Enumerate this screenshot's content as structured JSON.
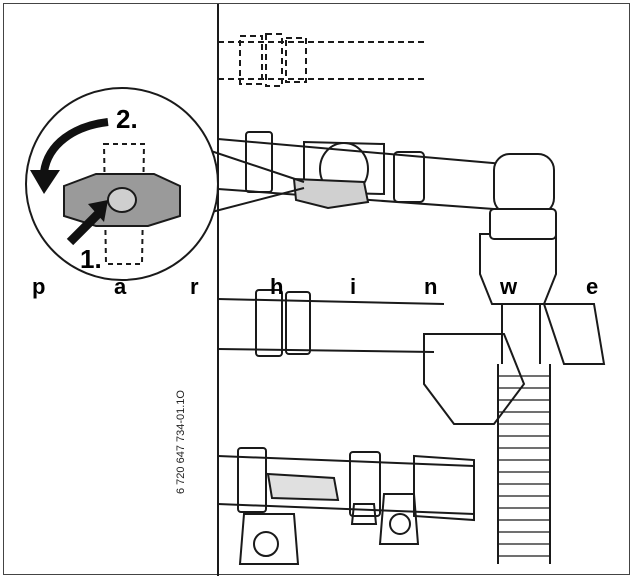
{
  "step_labels": {
    "turn": "2.",
    "press": "1."
  },
  "letters": [
    "p",
    "a",
    "r",
    "h",
    "i",
    "n",
    "w",
    "e"
  ],
  "document_number": "6 720 647 734-01.1O",
  "colors": {
    "line": "#1a1a1a",
    "handle": "#9a9a9a",
    "arrow": "#111111"
  }
}
